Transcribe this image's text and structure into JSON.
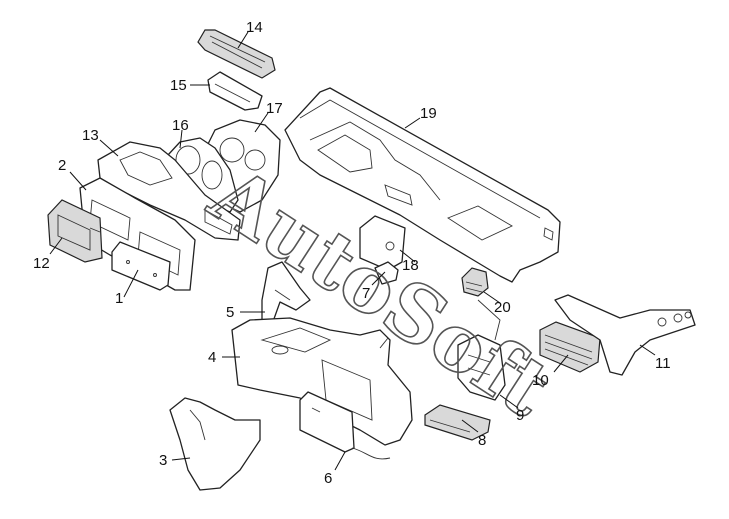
{
  "watermark": "AutoSoft",
  "callouts": [
    {
      "id": "1",
      "label": "1"
    },
    {
      "id": "2",
      "label": "2"
    },
    {
      "id": "3",
      "label": "3"
    },
    {
      "id": "4",
      "label": "4"
    },
    {
      "id": "5",
      "label": "5"
    },
    {
      "id": "6",
      "label": "6"
    },
    {
      "id": "7",
      "label": "7"
    },
    {
      "id": "8",
      "label": "8"
    },
    {
      "id": "9",
      "label": "9"
    },
    {
      "id": "10",
      "label": "10"
    },
    {
      "id": "11",
      "label": "11"
    },
    {
      "id": "12",
      "label": "12"
    },
    {
      "id": "13",
      "label": "13"
    },
    {
      "id": "14",
      "label": "14"
    },
    {
      "id": "15",
      "label": "15"
    },
    {
      "id": "16",
      "label": "16"
    },
    {
      "id": "17",
      "label": "17"
    },
    {
      "id": "18",
      "label": "18"
    },
    {
      "id": "19",
      "label": "19"
    },
    {
      "id": "20",
      "label": "20"
    }
  ]
}
